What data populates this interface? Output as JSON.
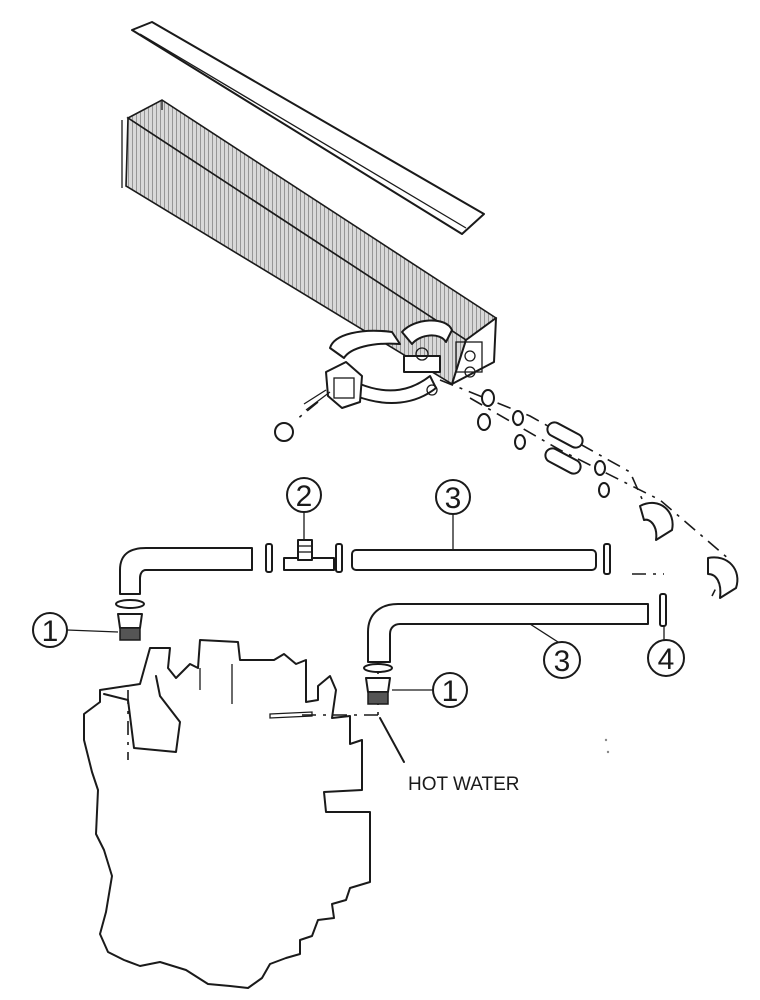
{
  "diagram": {
    "callouts": [
      {
        "id": "callout-1-left",
        "label": "1"
      },
      {
        "id": "callout-2",
        "label": "2"
      },
      {
        "id": "callout-3-top",
        "label": "3"
      },
      {
        "id": "callout-1-right",
        "label": "1"
      },
      {
        "id": "callout-3-bottom",
        "label": "3"
      },
      {
        "id": "callout-4",
        "label": "4"
      }
    ],
    "hot_water_label": "HOT WATER",
    "colors": {
      "ink": "#1a1a1a",
      "paper": "#ffffff",
      "core_fill": "#cfcfcf"
    }
  }
}
